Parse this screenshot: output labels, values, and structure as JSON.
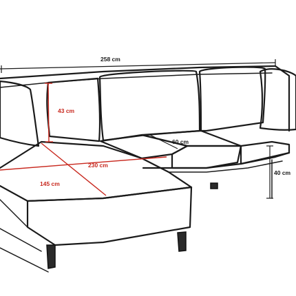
{
  "dimensions": {
    "total_width": "258 cm",
    "back_height": "43 cm",
    "seat_depth": "60 cm",
    "chaise_length": "230 cm",
    "chaise_width": "145 cm",
    "seat_height": "40 cm"
  },
  "colors": {
    "outline": "#1a1a1a",
    "dimension_red": "#c8281e",
    "dimension_black": "#1a1a1a"
  }
}
